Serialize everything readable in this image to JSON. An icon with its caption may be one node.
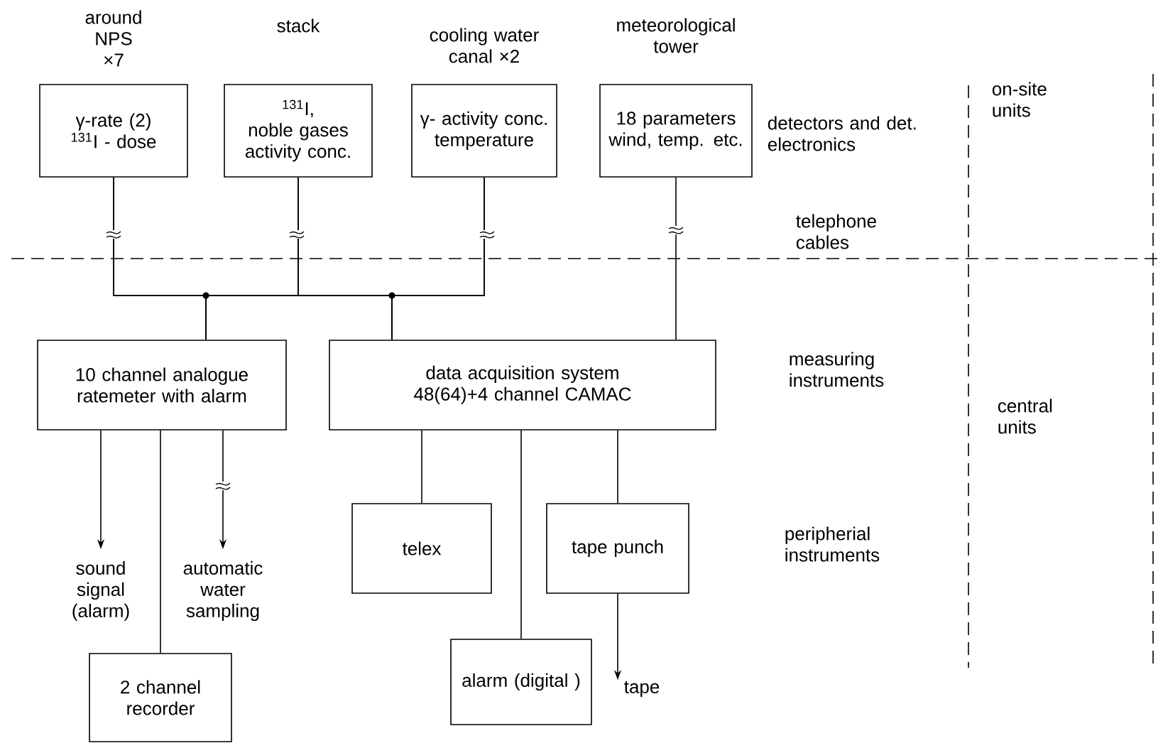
{
  "diagram": {
    "nodes": [
      {
        "text": [
          "around NPS ×7",
          "γ-rate (2)",
          "$^{131}$I - dose"
        ]
      },
      {
        "text": [
          "stack",
          "$^{131}$I,",
          "noble gases activity conc."
        ]
      },
      {
        "text": [
          "cooling water canal ×2",
          "γ- activity conc. temperature"
        ]
      },
      {
        "text": [
          "meteorological tower",
          "18 parameters wind, temp. etc."
        ]
      },
      {
        "text": [
          "10 channel analogue ratemeter with alarm"
        ]
      },
      {
        "text": [
          "data acquisition system 48(64)+4 channel CAMAC"
        ]
      },
      {
        "text": [
          "sound signal (alarm)"
        ]
      },
      {
        "text": [
          "automatic water sampling"
        ]
      },
      {
        "text": [
          "2 channel recorder"
        ]
      },
      {
        "text": [
          "telex"
        ]
      },
      {
        "text": [
          "tape punch"
        ]
      },
      {
        "text": [
          "alarm (digital )"
        ]
      },
      {
        "text": [
          "tape"
        ]
      }
    ],
    "edges": [
      {
        "from": 0,
        "to": 4,
        "arrow": "none"
      },
      {
        "from": 0,
        "to": 5,
        "arrow": "none"
      },
      {
        "from": 1,
        "to": 4,
        "arrow": "none"
      },
      {
        "from": 1,
        "to": 5,
        "arrow": "none"
      },
      {
        "from": 2,
        "to": 4,
        "arrow": "none"
      },
      {
        "from": 2,
        "to": 5,
        "arrow": "none"
      },
      {
        "from": 3,
        "to": 5,
        "arrow": "none"
      },
      {
        "from": 4,
        "to": 6,
        "arrow": "to"
      },
      {
        "from": 4,
        "to": 7,
        "arrow": "to"
      },
      {
        "from": 4,
        "to": 8,
        "arrow": "none"
      },
      {
        "from": 5,
        "to": 9,
        "arrow": "none"
      },
      {
        "from": 5,
        "to": 11,
        "arrow": "none"
      },
      {
        "from": 5,
        "to": 10,
        "arrow": "none"
      },
      {
        "from": 10,
        "to": 12,
        "arrow": "to"
      }
    ],
    "labels": [
      "detectors and det. electronics",
      "on-site units",
      "telephone cables",
      "measuring instruments",
      "central units",
      "peripherial instruments"
    ]
  }
}
